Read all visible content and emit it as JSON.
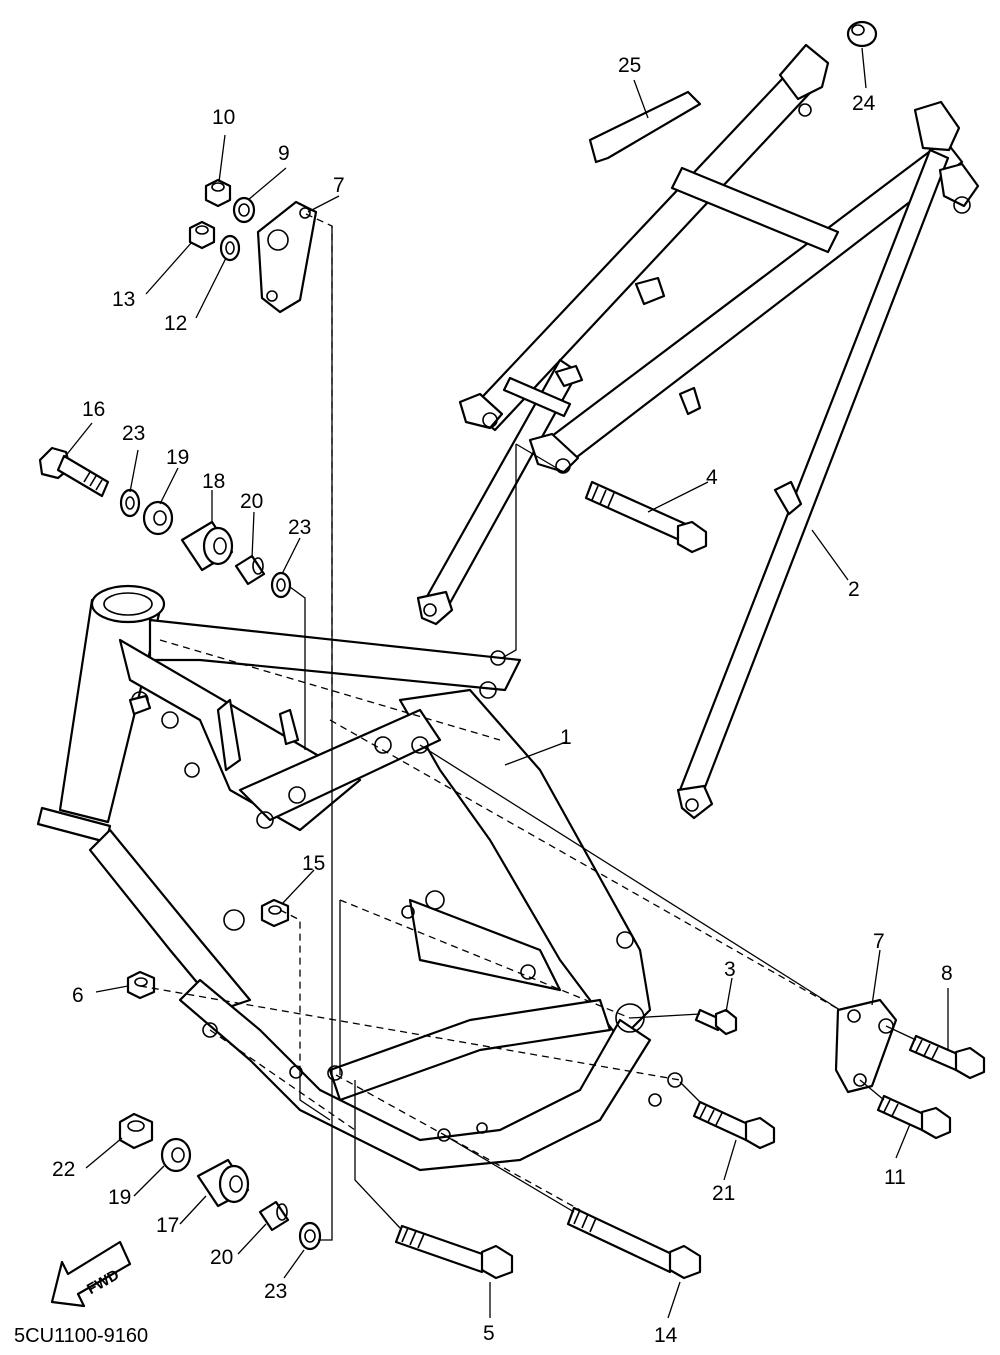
{
  "diagram": {
    "code": "5CU1100-9160",
    "fwd_label": "FWD",
    "callouts": [
      {
        "id": "c1",
        "label": "1"
      },
      {
        "id": "c2",
        "label": "2"
      },
      {
        "id": "c3",
        "label": "3"
      },
      {
        "id": "c4",
        "label": "4"
      },
      {
        "id": "c5",
        "label": "5"
      },
      {
        "id": "c6",
        "label": "6"
      },
      {
        "id": "c7a",
        "label": "7"
      },
      {
        "id": "c7b",
        "label": "7"
      },
      {
        "id": "c8",
        "label": "8"
      },
      {
        "id": "c9",
        "label": "9"
      },
      {
        "id": "c10",
        "label": "10"
      },
      {
        "id": "c11",
        "label": "11"
      },
      {
        "id": "c12",
        "label": "12"
      },
      {
        "id": "c13",
        "label": "13"
      },
      {
        "id": "c14",
        "label": "14"
      },
      {
        "id": "c15",
        "label": "15"
      },
      {
        "id": "c16",
        "label": "16"
      },
      {
        "id": "c17",
        "label": "17"
      },
      {
        "id": "c18",
        "label": "18"
      },
      {
        "id": "c19a",
        "label": "19"
      },
      {
        "id": "c19b",
        "label": "19"
      },
      {
        "id": "c20a",
        "label": "20"
      },
      {
        "id": "c20b",
        "label": "20"
      },
      {
        "id": "c21",
        "label": "21"
      },
      {
        "id": "c22",
        "label": "22"
      },
      {
        "id": "c23a",
        "label": "23"
      },
      {
        "id": "c23b",
        "label": "23"
      },
      {
        "id": "c24",
        "label": "24"
      },
      {
        "id": "c25",
        "label": "25"
      }
    ]
  }
}
